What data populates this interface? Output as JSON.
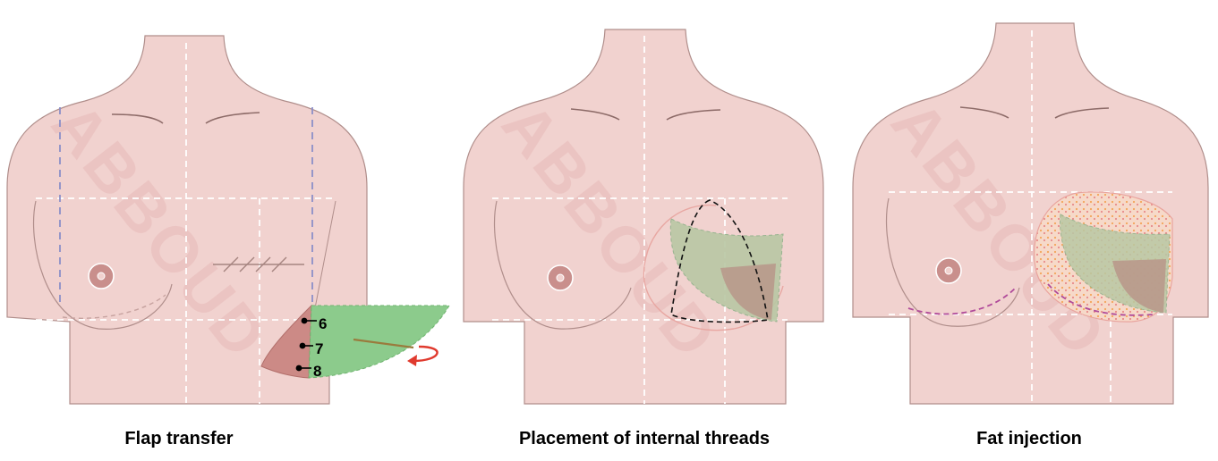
{
  "colors": {
    "skin": "#f1d2cf",
    "skin_outline": "#b08e8b",
    "flap_green": "#8ccb8c",
    "deepithelialized": "#cc8a86",
    "arrow_red": "#e03a2e",
    "dash_blue": "#8c8fc8",
    "fat_dots": "#f4a55a",
    "injection_purple": "#b04b9a",
    "text": "#000000"
  },
  "watermark": "ABBOUD",
  "panels": [
    {
      "caption": "Flap transfer",
      "markers": [
        "6",
        "7",
        "8"
      ],
      "icons": [
        "rotation-arrow-icon"
      ]
    },
    {
      "caption": "Placement of internal threads"
    },
    {
      "caption": "Fat injection"
    }
  ]
}
